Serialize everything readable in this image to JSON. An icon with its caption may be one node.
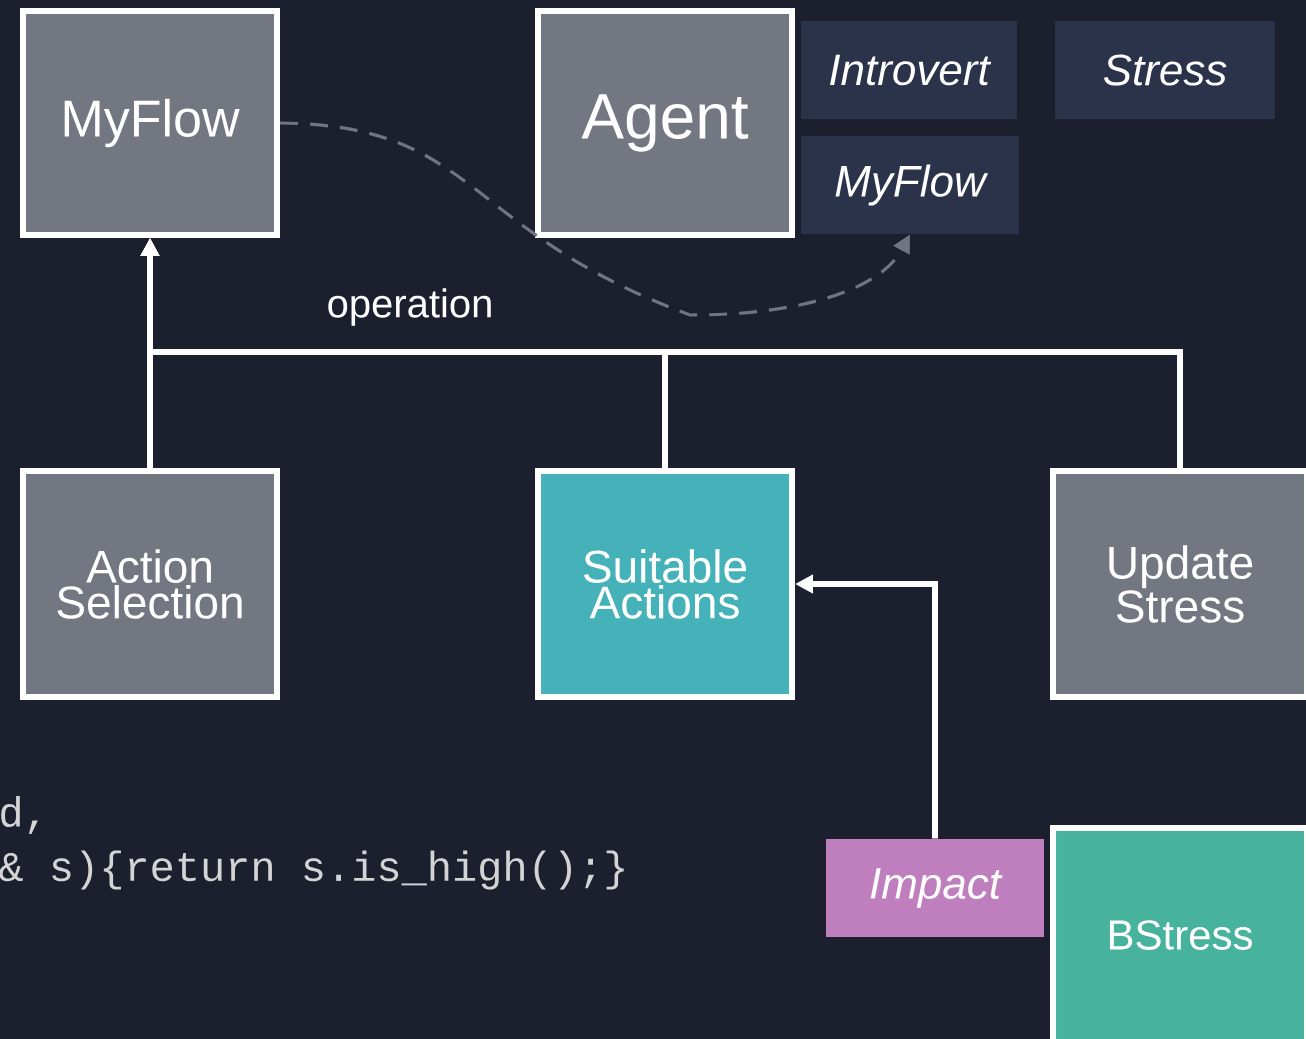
{
  "diagram": {
    "nodes": [
      {
        "text": [
          "MyFlow"
        ]
      },
      {
        "text": [
          "Agent"
        ]
      },
      {
        "text": [
          "Introvert"
        ]
      },
      {
        "text": [
          "Stress"
        ]
      },
      {
        "text": [
          "MyFlow"
        ]
      },
      {
        "text": [
          "Action Selection"
        ]
      },
      {
        "text": [
          "Suitable Actions"
        ]
      },
      {
        "text": [
          "Update Stress"
        ]
      },
      {
        "text": [
          "Impact"
        ]
      },
      {
        "text": [
          "BStress"
        ]
      }
    ],
    "edges": [
      {
        "from": 0,
        "to": 4,
        "arrow": "to",
        "style": "dashed",
        "color": "#6f7582"
      },
      {
        "from": 5,
        "to": 0,
        "arrow": "to"
      },
      {
        "from": 6,
        "to": 0,
        "arrow": "to"
      },
      {
        "from": 7,
        "to": 0,
        "arrow": "to"
      },
      {
        "from": 8,
        "to": 6,
        "arrow": "to"
      }
    ],
    "labels": [
      "operation",
      "d,",
      "& s){return s.is_high();}"
    ]
  }
}
